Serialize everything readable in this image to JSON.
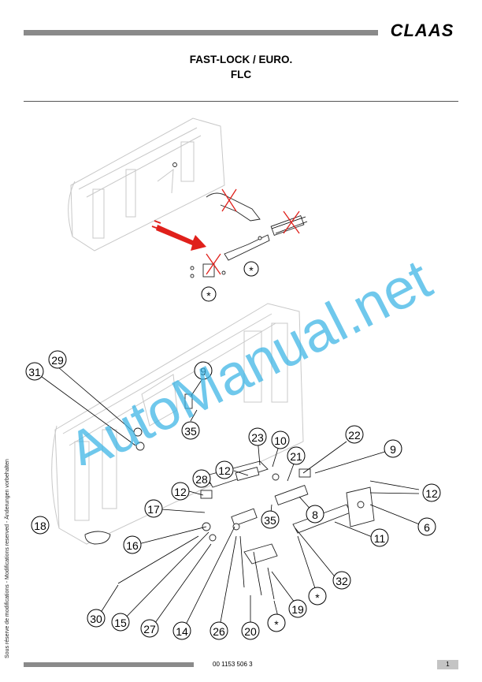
{
  "header": {
    "brand": "CLAAS",
    "title_line1": "FAST-LOCK / EURO.",
    "title_line2": "FLC"
  },
  "diagram": {
    "callouts": [
      "29",
      "31",
      "9",
      "35",
      "23",
      "10",
      "22",
      "21",
      "9",
      "12",
      "28",
      "12",
      "12",
      "17",
      "8",
      "35",
      "6",
      "18",
      "16",
      "11",
      "32",
      "19",
      "30",
      "15",
      "27",
      "14",
      "26",
      "20"
    ],
    "asterisk_label": "*",
    "watermark": "AutoManual.net"
  },
  "footer": {
    "side_note": "Sous réserve de modifications - Modifications reserved - Änderungen vorbehalten",
    "doc_number": "00 1153 506 3",
    "page": "1"
  },
  "colors": {
    "bar_gray": "#8a8a8a",
    "arrow_red": "#e0201b",
    "cross_red": "#e0201b",
    "watermark_blue": "#3fb5e6"
  }
}
